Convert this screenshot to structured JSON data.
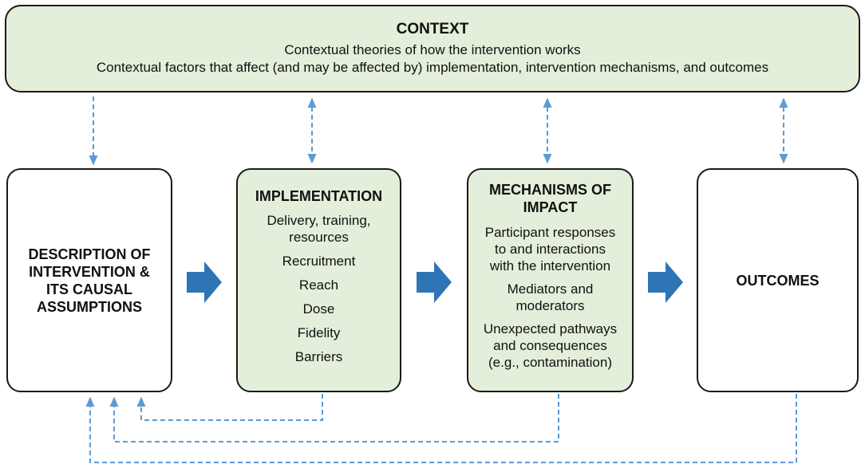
{
  "context": {
    "title": "CONTEXT",
    "line1": "Contextual theories of how the intervention works",
    "line2": "Contextual factors that affect (and may be affected by) implementation, intervention mechanisms, and outcomes"
  },
  "description": {
    "title_lines": [
      "DESCRIPTION OF",
      "INTERVENTION &",
      "ITS CAUSAL",
      "ASSUMPTIONS"
    ]
  },
  "implementation": {
    "title": "IMPLEMENTATION",
    "items": [
      "Delivery, training, resources",
      "Recruitment",
      "Reach",
      "Dose",
      "Fidelity",
      "Barriers"
    ]
  },
  "mechanisms": {
    "title_lines": [
      "MECHANISMS OF",
      "IMPACT"
    ],
    "items": [
      [
        "Participant responses",
        "to and interactions",
        "with the intervention"
      ],
      [
        "Mediators and",
        "moderators"
      ],
      [
        "Unexpected pathways",
        "and consequences",
        "(e.g., contamination)"
      ]
    ]
  },
  "outcomes": {
    "title": "OUTCOMES"
  },
  "colors": {
    "box_fill_green": "#e3efda",
    "arrow_blue": "#2e75b6",
    "dashed_blue": "#5b9bd5",
    "border": "#1a1a1a"
  }
}
